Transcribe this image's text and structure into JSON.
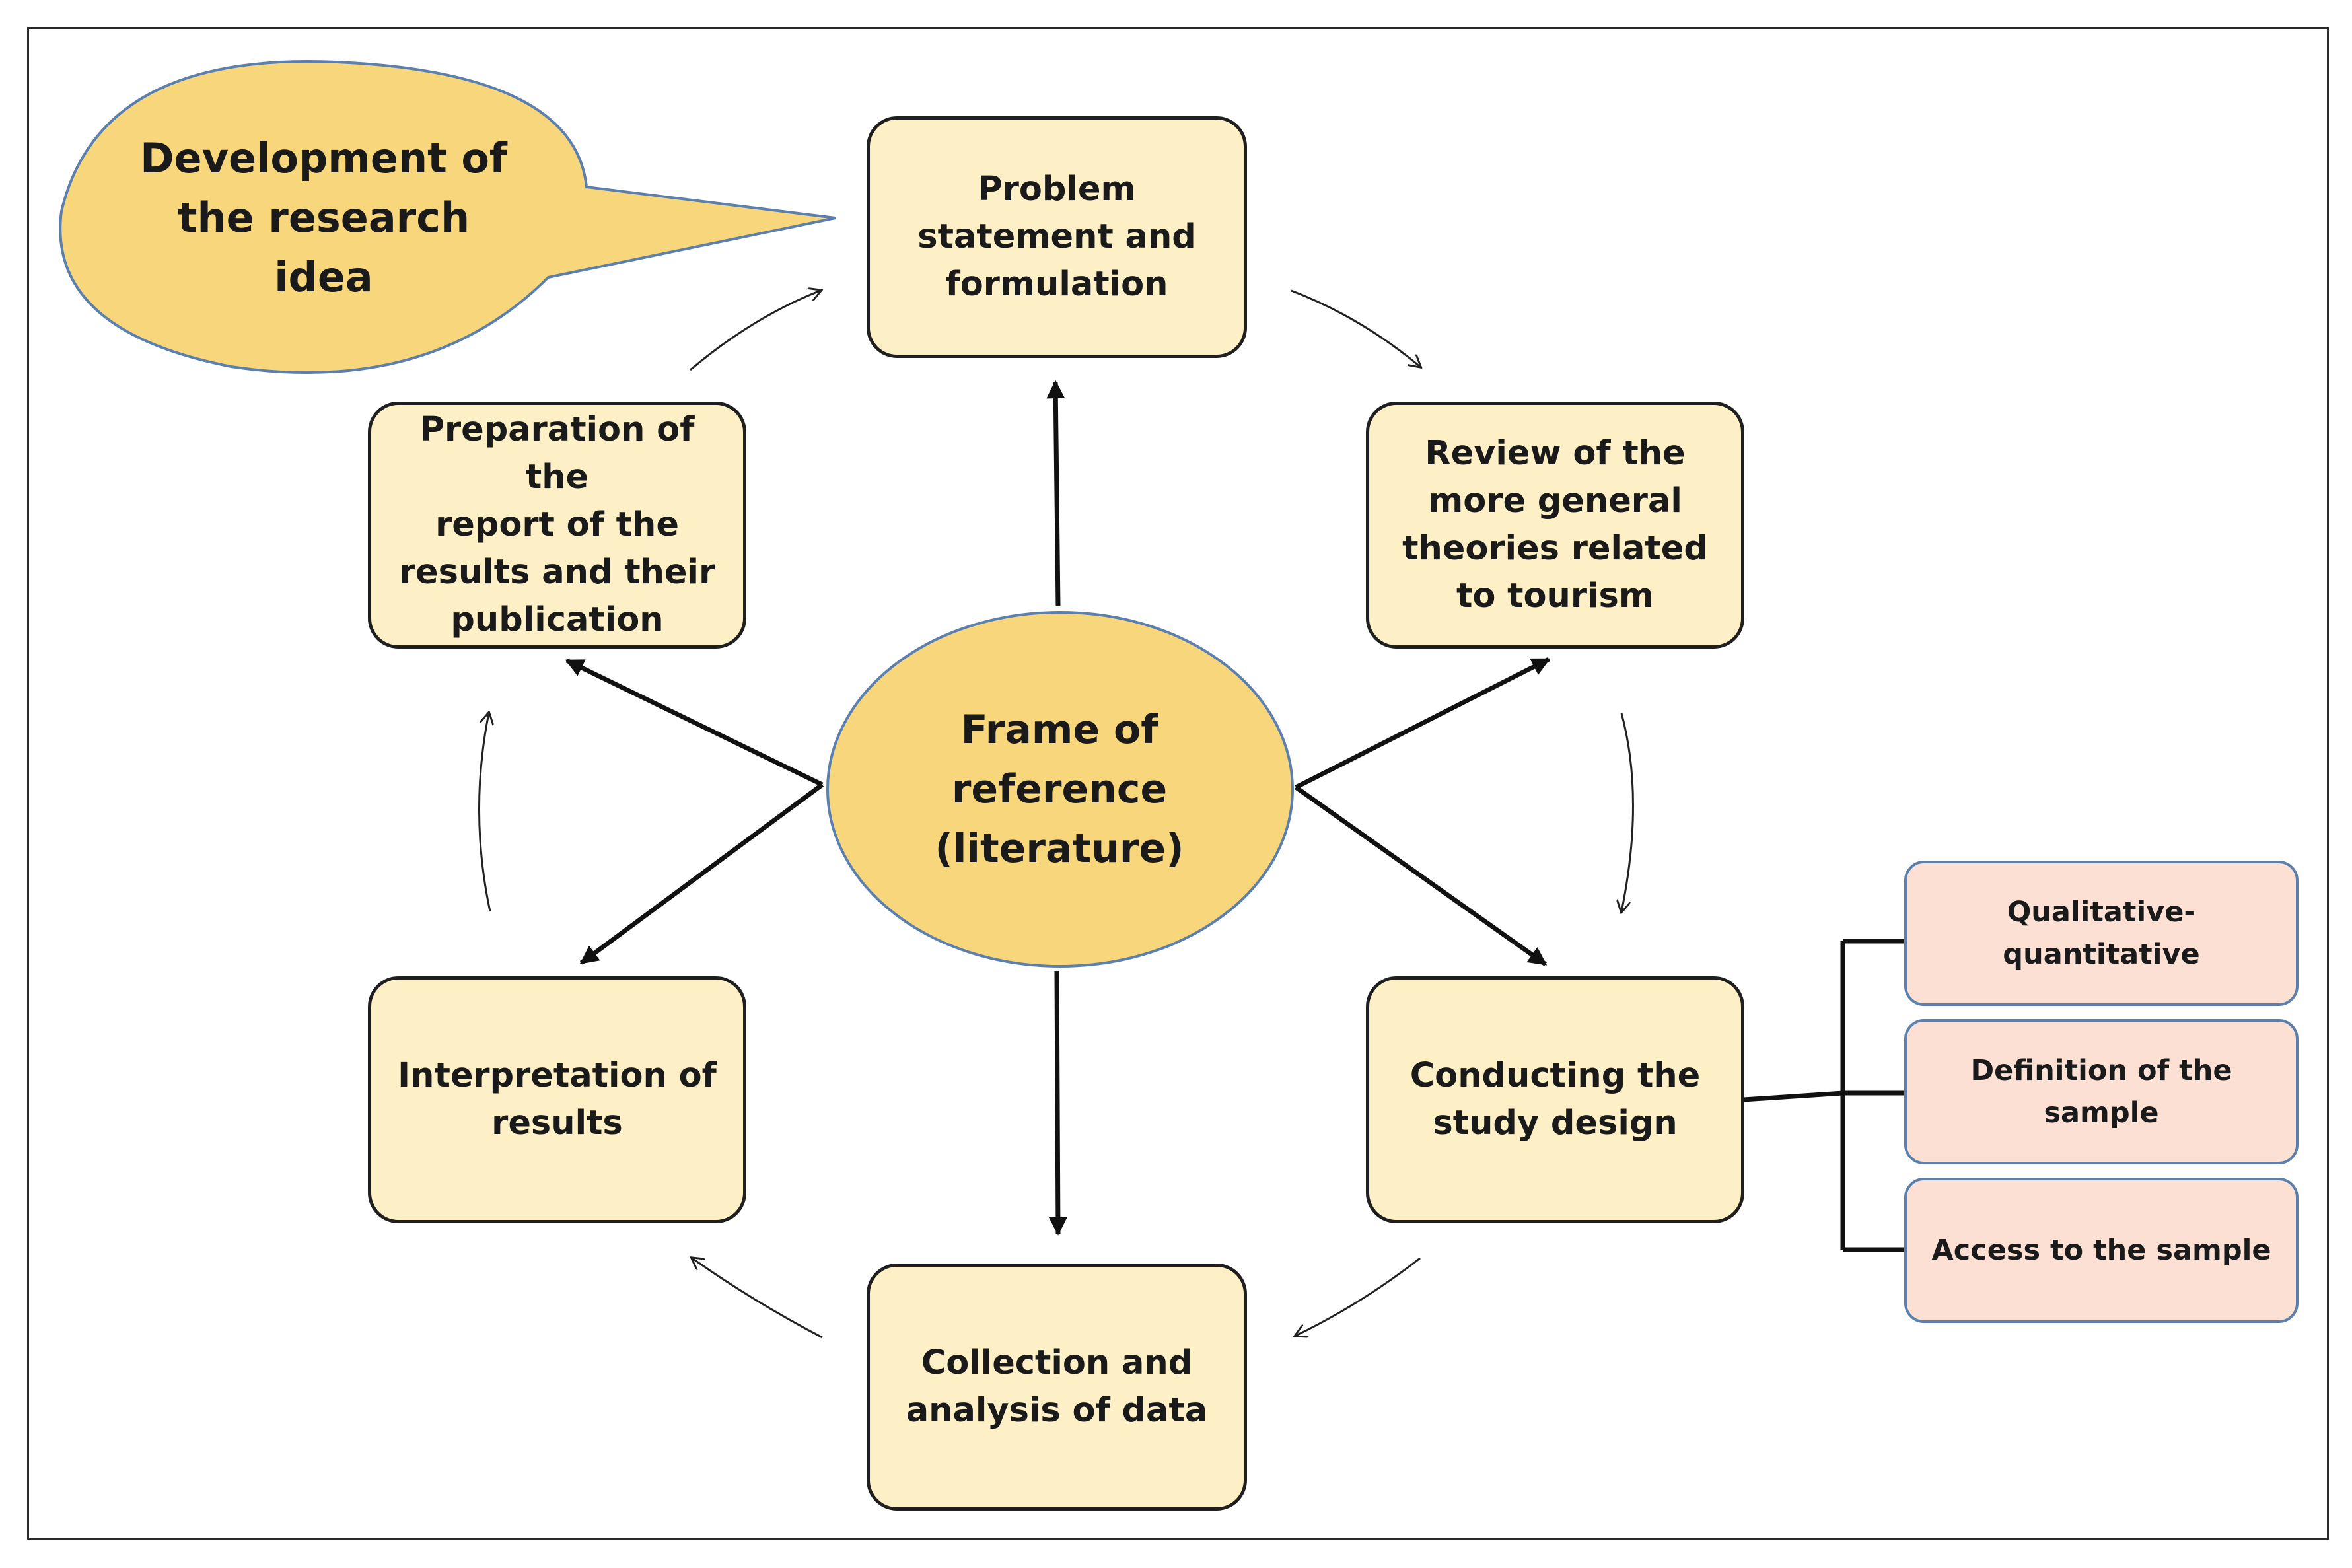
{
  "bubble": {
    "text": "Development of\nthe research\nidea"
  },
  "center": {
    "text": "Frame of\nreference\n(literature)"
  },
  "steps": [
    {
      "id": "problem",
      "text": "Problem\nstatement and\nformulation"
    },
    {
      "id": "review",
      "text": "Review of the\nmore general\ntheories related\nto tourism"
    },
    {
      "id": "design",
      "text": "Conducting the\nstudy design"
    },
    {
      "id": "collection",
      "text": "Collection and\nanalysis of data"
    },
    {
      "id": "interpretation",
      "text": "Interpretation of\nresults"
    },
    {
      "id": "report",
      "text": "Preparation of the\nreport of the\nresults and their\npublication"
    }
  ],
  "design_options": [
    {
      "text": "Qualitative-\nquantitative"
    },
    {
      "text": "Definition of the\nsample"
    },
    {
      "text": "Access to the sample"
    }
  ],
  "colors": {
    "box_fill": "#fdefc6",
    "center_fill": "#f8d77c",
    "side_fill": "#fbe0d3",
    "side_border": "#5b7fae"
  }
}
